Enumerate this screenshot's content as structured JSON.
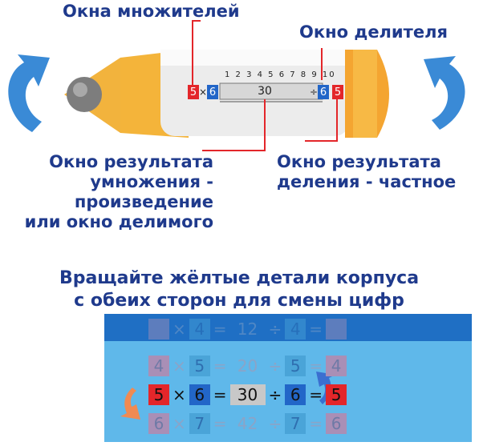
{
  "labels": {
    "multipliers": "Окна множителей",
    "divisor": "Окно делителя",
    "product": [
      "Окно результата",
      "умножения -",
      "произведение",
      "или окно делимого"
    ],
    "quotient": [
      "Окно результата",
      "деления - частное"
    ],
    "rotate": [
      "Вращайте жёлтые детали корпуса",
      "с обеих сторон для смены цифр"
    ]
  },
  "device": {
    "scale": "1 2 3 4 5 6 7 8 9 10",
    "left_a": "5",
    "times": "×",
    "left_b": "6",
    "result": "30",
    "div": "÷",
    "right_b": "6",
    "right_a": "5"
  },
  "drum": {
    "rows": [
      {
        "a": "",
        "b": "4",
        "eq": "=",
        "r": "12",
        "d": "÷",
        "c": "4",
        "e": "=",
        "q": "",
        "state": "faded-top"
      },
      {
        "a": "4",
        "b": "5",
        "eq": "=",
        "r": "20",
        "d": "÷",
        "c": "5",
        "e": "=",
        "q": "4",
        "state": "faded"
      },
      {
        "a": "5",
        "b": "6",
        "eq": "=",
        "r": "30",
        "d": "÷",
        "c": "6",
        "e": "=",
        "q": "5",
        "state": "active"
      },
      {
        "a": "6",
        "b": "7",
        "eq": "=",
        "r": "42",
        "d": "÷",
        "c": "7",
        "e": "=",
        "q": "6",
        "state": "faded"
      }
    ],
    "times": "×"
  },
  "colors": {
    "blue_text": "#1f3a8c",
    "red": "#e3262a",
    "blue": "#2266c8",
    "yellow": "#f4b43a",
    "arrow": "#3a8ad6"
  }
}
